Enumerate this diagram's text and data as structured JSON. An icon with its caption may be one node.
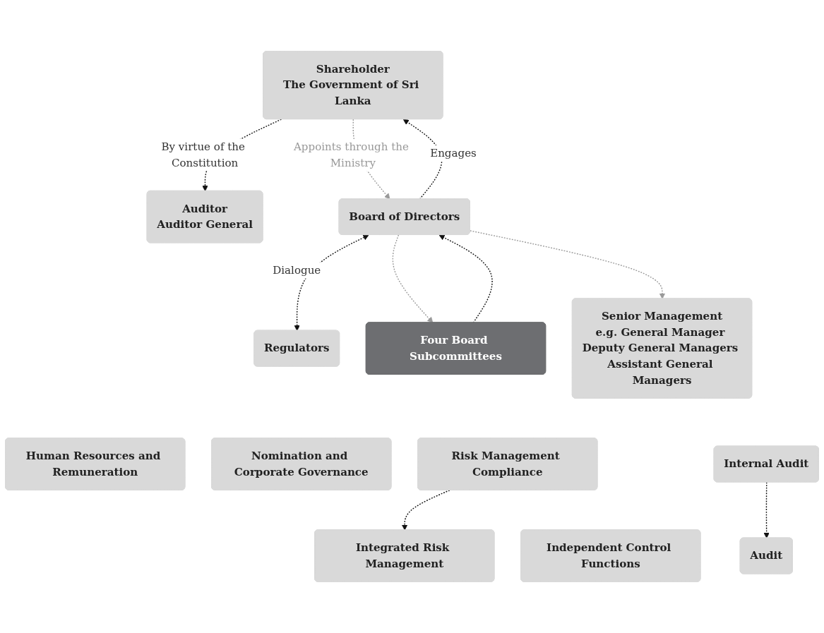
{
  "diagram": {
    "nodes": [
      {
        "text": [
          "Shareholder",
          "The Government of Sri Lanka"
        ]
      },
      {
        "text": [
          "Auditor",
          "Auditor General"
        ]
      },
      {
        "text": [
          "Board of Directors"
        ]
      },
      {
        "text": [
          "Regulators"
        ]
      },
      {
        "text": [
          "Four Board Subcommittees"
        ]
      },
      {
        "text": [
          "Human Resources and Remuneration"
        ]
      },
      {
        "text": [
          "Nomination and Corporate Governance"
        ]
      },
      {
        "text": [
          "Integrated Risk Management"
        ]
      },
      {
        "text": [
          "Audit"
        ]
      },
      {
        "text": [
          "Risk Management Compliance"
        ]
      },
      {
        "text": [
          "Internal Audit"
        ]
      },
      {
        "text": [
          "Senior Management",
          "e.g. General Manager Deputy General Managers Assistant General Managers"
        ]
      },
      {
        "text": [
          "Independent Control Functions"
        ]
      }
    ],
    "edges": [
      {
        "from": 0,
        "to": 1,
        "arrow": "to",
        "label": "By virtue of the Constitution",
        "style": "dashed"
      },
      {
        "from": 0,
        "to": 2,
        "arrow": "to",
        "label": "Appoints through the Ministry",
        "style": "dashed",
        "color": "#999999"
      },
      {
        "from": 2,
        "to": 0,
        "arrow": "to",
        "label": "Engages",
        "style": "dashed"
      },
      {
        "from": 2,
        "to": 3,
        "arrow": "both",
        "label": "Dialogue",
        "style": "dashed"
      },
      {
        "from": 2,
        "to": 4,
        "arrow": "to",
        "style": "dashed",
        "color": "#999999"
      },
      {
        "from": 4,
        "to": 2,
        "arrow": "to",
        "style": "dashed"
      },
      {
        "from": 2,
        "to": 11,
        "arrow": "to",
        "style": "dashed",
        "color": "#999999"
      },
      {
        "from": 9,
        "to": 7,
        "arrow": "to",
        "style": "dashed"
      },
      {
        "from": 10,
        "to": 8,
        "arrow": "to",
        "style": "dashed"
      }
    ]
  }
}
